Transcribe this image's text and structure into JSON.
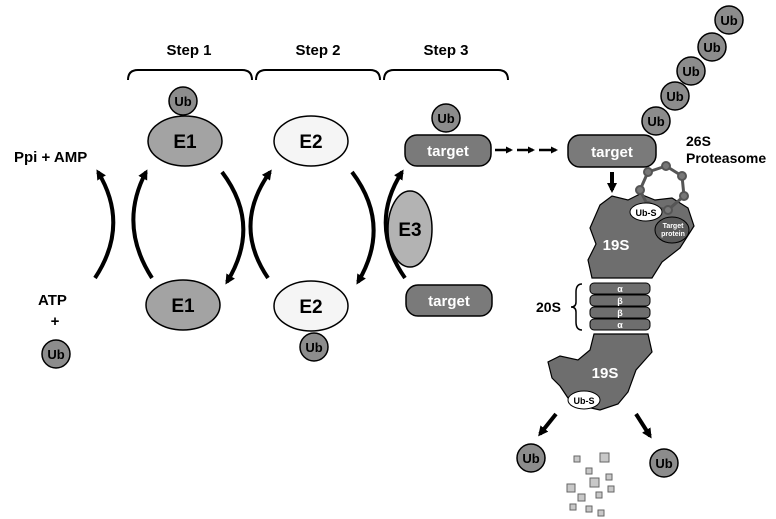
{
  "steps": {
    "step1": "Step 1",
    "step2": "Step 2",
    "step3": "Step 3"
  },
  "enzymes": {
    "e1": "E1",
    "e2": "E2",
    "e3": "E3"
  },
  "ub": "Ub",
  "target": "target",
  "inputs": {
    "atp": "ATP",
    "plus": "+",
    "ppi_amp": "Ppi + AMP"
  },
  "proteasome": {
    "title_line1": "26S",
    "title_line2": "Proteasome",
    "cap": "19S",
    "core": "20S",
    "ub_s": "Ub-S",
    "target_protein_line1": "Target",
    "target_protein_line2": "protein",
    "alpha": "α",
    "beta": "β"
  },
  "colors": {
    "ub_fill": "#8c8c8c",
    "e1_fill": "#a3a3a3",
    "e2_fill": "#f5f5f5",
    "e3_fill": "#b3b3b3",
    "target_fill": "#7a7a7a",
    "proteasome_fill": "#6e6e6e",
    "stroke": "#000000"
  }
}
